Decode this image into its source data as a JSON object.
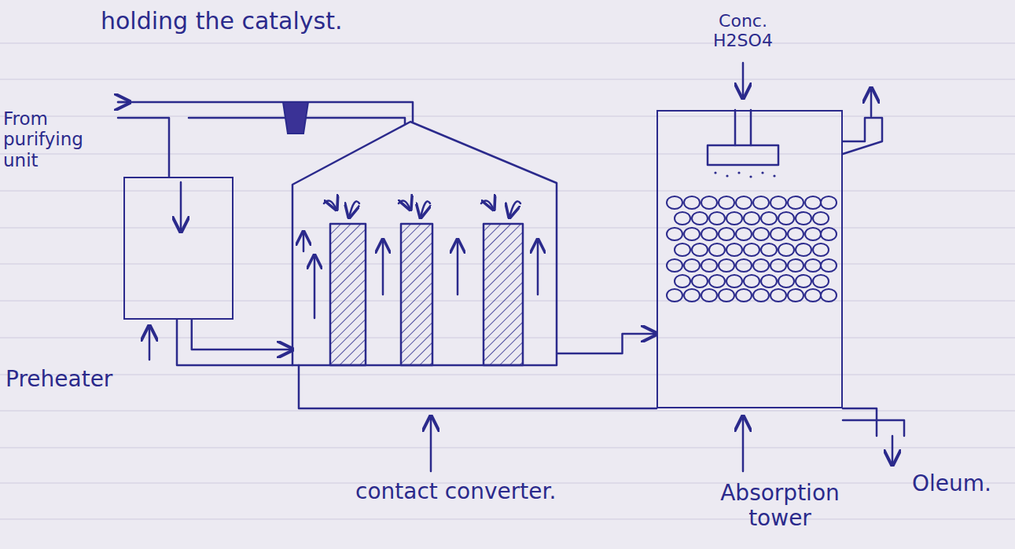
{
  "diagram": {
    "nodes": [
      {
        "text": [
          "Preheater"
        ]
      },
      {
        "text": [
          "contact converter."
        ]
      },
      {
        "text": [
          "Absorption tower"
        ]
      }
    ],
    "edges": [
      {
        "from": 0,
        "to": 1,
        "arrow": "to"
      },
      {
        "from": 1,
        "to": 2,
        "arrow": "to"
      }
    ],
    "labels": [
      "holding the catalyst.",
      "From purifying unit",
      "Conc. H2SO4",
      "Oleum."
    ]
  }
}
